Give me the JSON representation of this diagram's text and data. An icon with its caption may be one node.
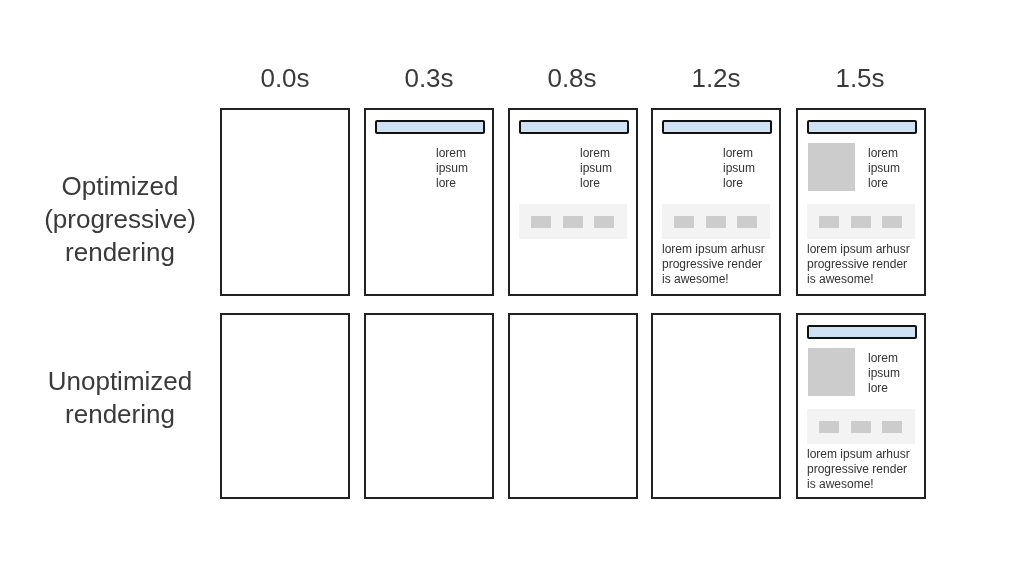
{
  "diagram": {
    "nodes": [
      {
        "text": [],
        "shape": "box"
      },
      {
        "text": [
          "lorem ipsum lore"
        ]
      },
      {
        "text": [
          "lorem ipsum lore"
        ]
      },
      {
        "text": [
          "lorem ipsum lore",
          "lorem ipsum arhusr progressive render is awesome!"
        ]
      },
      {
        "text": [
          "lorem ipsum lore",
          "lorem ipsum arhusr progressive render is awesome!"
        ]
      },
      {
        "text": [],
        "shape": "box"
      },
      {
        "text": [],
        "shape": "box"
      },
      {
        "text": [],
        "shape": "box"
      },
      {
        "text": [],
        "shape": "box"
      },
      {
        "text": [
          "lorem ipsum lore",
          "lorem ipsum arhusr progressive render is awesome!"
        ]
      }
    ],
    "edges": [],
    "labels": [
      "0.0s",
      "0.3s",
      "0.8s",
      "1.2s",
      "1.5s",
      "Optimized (progressive) rendering",
      "Unoptimized rendering"
    ]
  }
}
